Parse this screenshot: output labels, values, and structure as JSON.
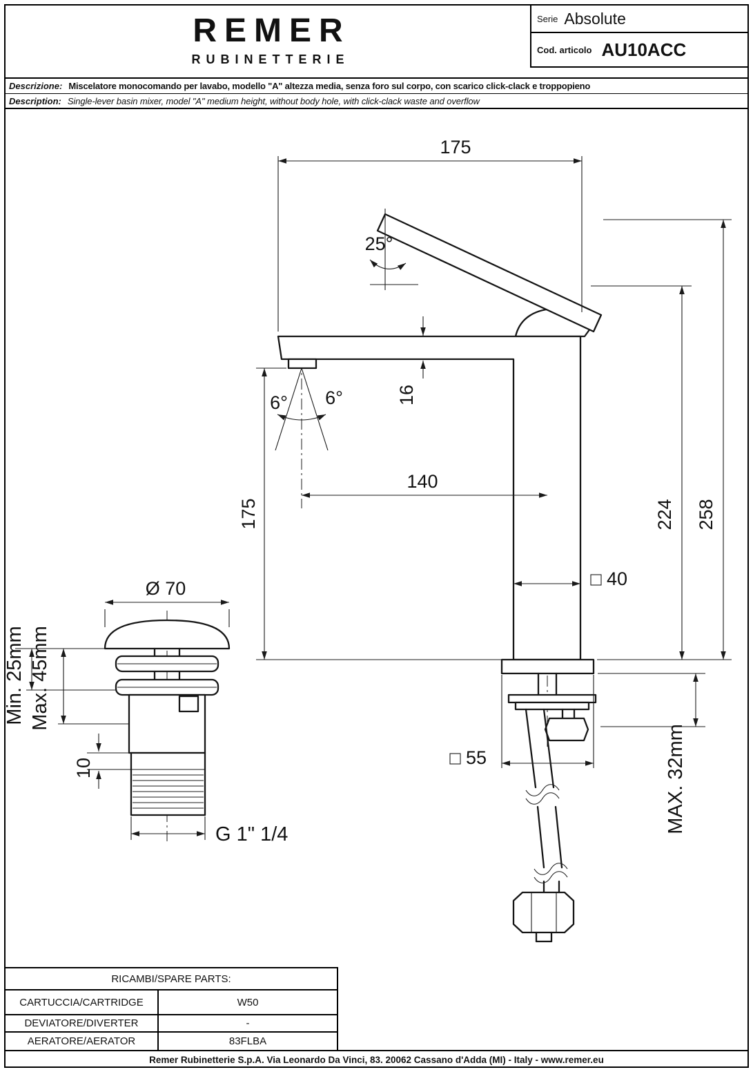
{
  "header": {
    "logo_title": "REMER",
    "logo_subtitle": "RUBINETTERIE",
    "serie_label": "Serie",
    "serie_value": "Absolute",
    "cod_label": "Cod. articolo",
    "cod_value": "AU10ACC"
  },
  "description": {
    "it_label": "Descrizione:",
    "it_text": "Miscelatore monocomando per lavabo, modello \"A\" altezza media, senza foro sul corpo, con scarico click-clack e troppopieno",
    "en_label": "Description:",
    "en_text": "Single-lever basin mixer, model \"A\" medium height, without body hole, with click-clack waste and overflow"
  },
  "drawing": {
    "dim_width_total": "175",
    "dim_handle_angle": "25°",
    "dim_spout_section": "16",
    "dim_spout_reach": "140",
    "dim_body_height": "175",
    "dim_height_front": "224",
    "dim_height_total": "258",
    "dim_body_square": "40",
    "dim_base_square": "55",
    "dim_angle_left": "6°",
    "dim_angle_right": "6°",
    "dim_drain_diameter": "Ø 70",
    "dim_drain_min": "Min. 25mm",
    "dim_drain_max": "Max. 45mm",
    "dim_drain_collar": "10",
    "dim_drain_thread": "G 1\" 1/4",
    "dim_counter_max": "MAX. 32mm"
  },
  "spare_parts": {
    "title": "RICAMBI/SPARE PARTS:",
    "rows": [
      {
        "label": "CARTUCCIA/CARTRIDGE",
        "value": "W50"
      },
      {
        "label": "DEVIATORE/DIVERTER",
        "value": "-"
      },
      {
        "label": "AERATORE/AERATOR",
        "value": "83FLBA"
      }
    ]
  },
  "footer": {
    "text": "Remer Rubinetterie S.p.A. Via Leonardo Da Vinci, 83. 20062 Cassano d'Adda (MI) - Italy - www.remer.eu"
  }
}
